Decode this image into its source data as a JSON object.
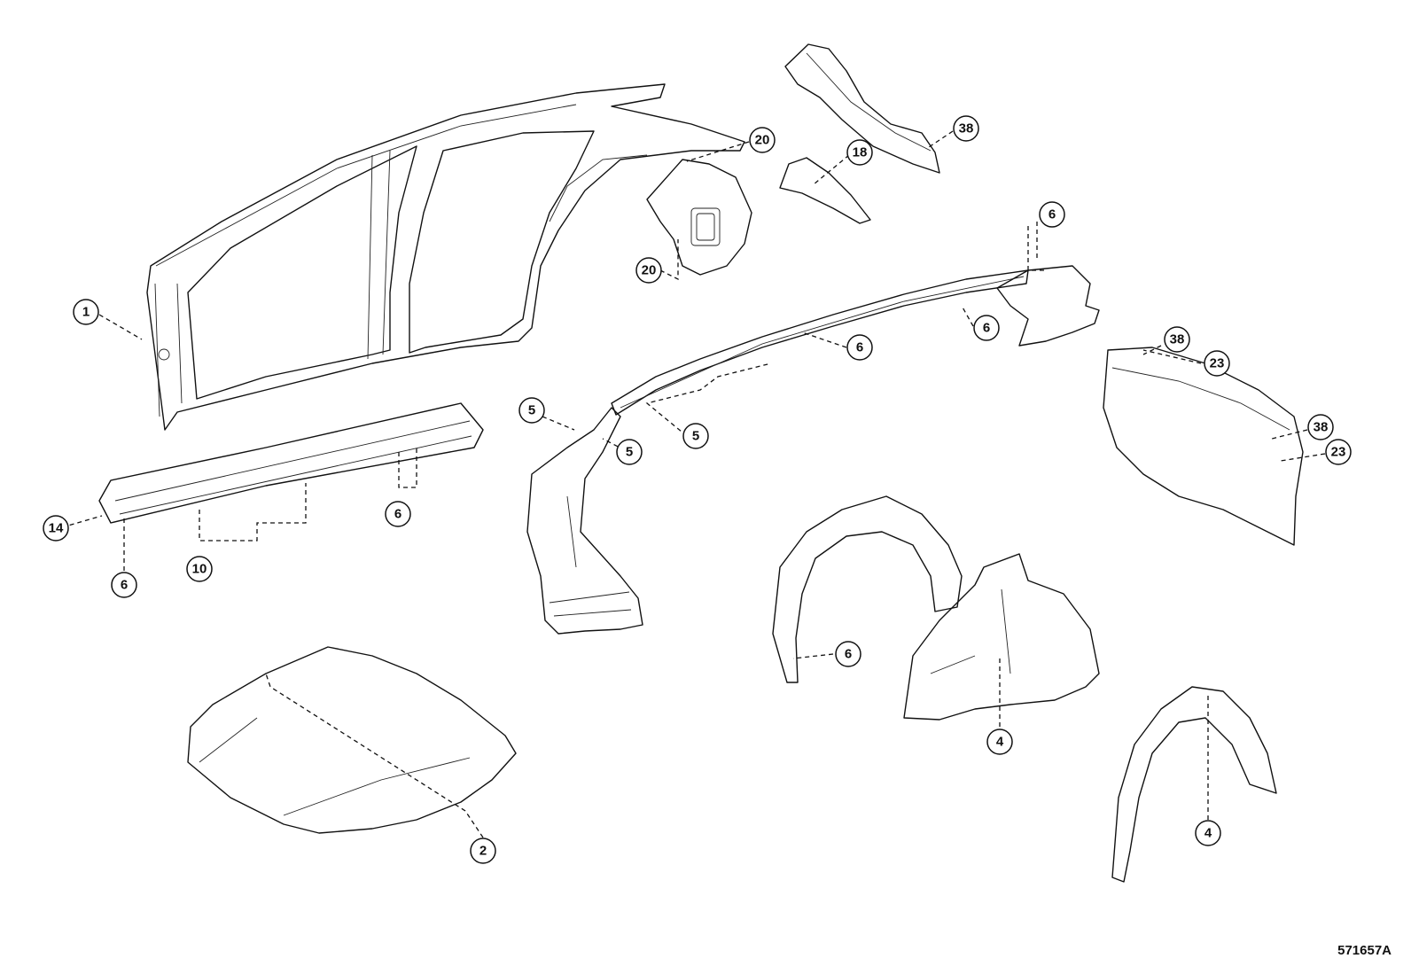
{
  "figure_code": "571657A",
  "callouts": [
    {
      "id": "c1",
      "label": "1"
    },
    {
      "id": "c20a",
      "label": "20"
    },
    {
      "id": "c20b",
      "label": "20"
    },
    {
      "id": "c18",
      "label": "18"
    },
    {
      "id": "c38a",
      "label": "38"
    },
    {
      "id": "c6a",
      "label": "6"
    },
    {
      "id": "c6b",
      "label": "6"
    },
    {
      "id": "c6c",
      "label": "6"
    },
    {
      "id": "c6d",
      "label": "6"
    },
    {
      "id": "c6e",
      "label": "6"
    },
    {
      "id": "c6f",
      "label": "6"
    },
    {
      "id": "c38b",
      "label": "38"
    },
    {
      "id": "c23a",
      "label": "23"
    },
    {
      "id": "c38c",
      "label": "38"
    },
    {
      "id": "c23b",
      "label": "23"
    },
    {
      "id": "c5a",
      "label": "5"
    },
    {
      "id": "c5b",
      "label": "5"
    },
    {
      "id": "c5c",
      "label": "5"
    },
    {
      "id": "c14",
      "label": "14"
    },
    {
      "id": "c10",
      "label": "10"
    },
    {
      "id": "c4a",
      "label": "4"
    },
    {
      "id": "c4b",
      "label": "4"
    },
    {
      "id": "c2",
      "label": "2"
    }
  ]
}
